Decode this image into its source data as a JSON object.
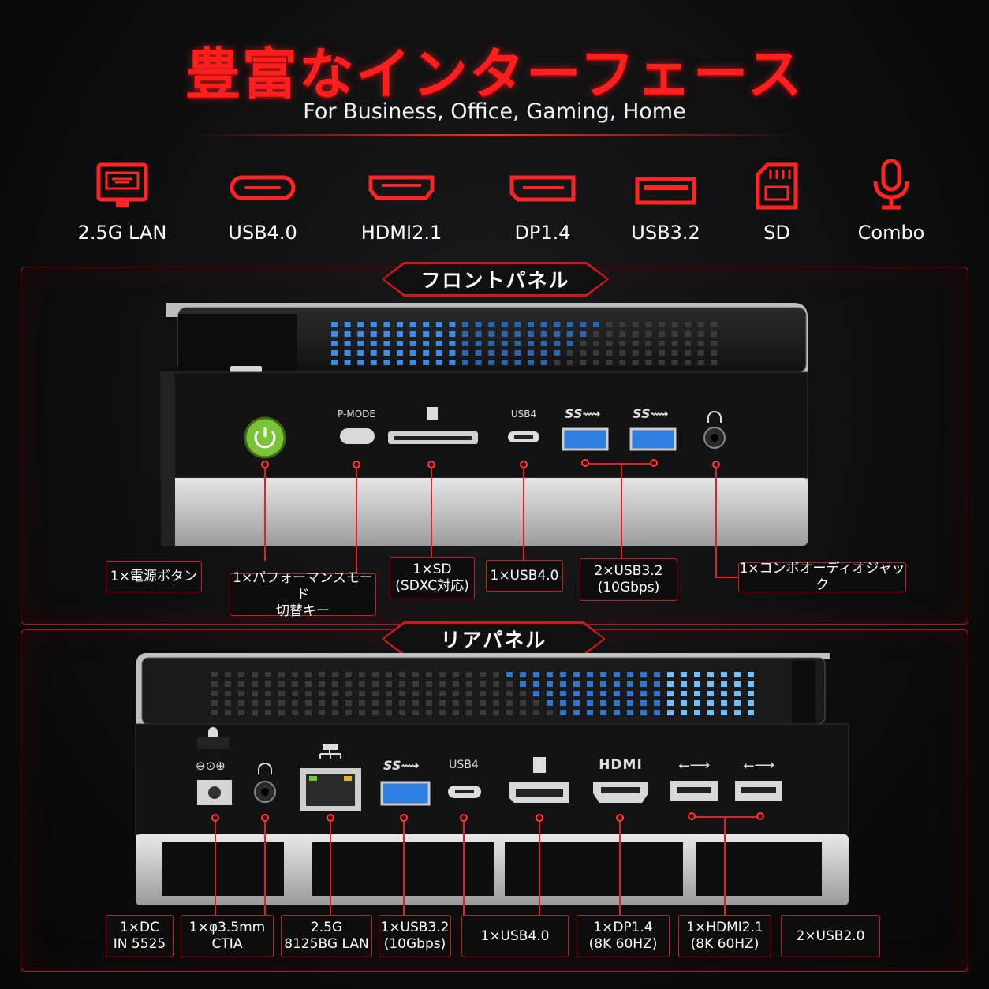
{
  "header": {
    "title": "豊富なインターフェース",
    "subtitle": "For Business, Office, Gaming, Home"
  },
  "features": [
    {
      "label": "2.5G LAN",
      "icon": "ethernet-icon"
    },
    {
      "label": "USB4.0",
      "icon": "usb-c-icon"
    },
    {
      "label": "HDMI2.1",
      "icon": "hdmi-icon"
    },
    {
      "label": "DP1.4",
      "icon": "displayport-icon"
    },
    {
      "label": "USB3.2",
      "icon": "usb-a-icon"
    },
    {
      "label": "SD",
      "icon": "sd-card-icon"
    },
    {
      "label": "Combo",
      "icon": "microphone-icon"
    }
  ],
  "front_panel": {
    "title": "フロントパネル",
    "port_labels": {
      "pmode": "P-MODE",
      "usb4": "USB4"
    },
    "callouts": [
      [
        "1×電源ボタン"
      ],
      [
        "1×パフォーマンスモード",
        "切替キー"
      ],
      [
        "1×SD",
        "(SDXC対応)"
      ],
      [
        "1×USB4.0"
      ],
      [
        "2×USB3.2",
        "(10Gbps)"
      ],
      [
        "1×コンボオーディオジャック"
      ]
    ]
  },
  "rear_panel": {
    "title": "リアパネル",
    "port_labels": {
      "usb4": "USB4",
      "hdmi": "HDMI"
    },
    "callouts": [
      [
        "1×DC",
        "IN 5525"
      ],
      [
        "1×φ3.5mm",
        "CTIA"
      ],
      [
        "2.5G",
        "8125BG LAN"
      ],
      [
        "1×USB3.2",
        "(10Gbps)"
      ],
      [
        "1×USB4.0"
      ],
      [
        "1×DP1.4",
        "(8K 60HZ)"
      ],
      [
        "1×HDMI2.1",
        "(8K 60HZ)"
      ],
      [
        "2×USB2.0"
      ]
    ]
  },
  "colors": {
    "accent": "#ff1e1e",
    "device_dark": "#151515",
    "device_silver": "#c8c8c8",
    "power_green": "#7bc43a",
    "usb_blue": "#2f7fe0",
    "led_blue": "#3a8ee8"
  }
}
